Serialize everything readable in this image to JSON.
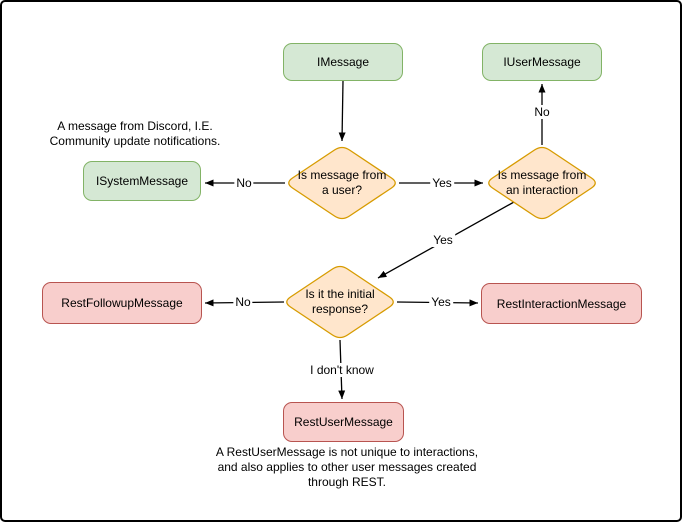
{
  "colors": {
    "green-fill": "#d5e8d4",
    "green-stroke": "#82b366",
    "orange-fill": "#ffe6cc",
    "orange-stroke": "#d79b00",
    "red-fill": "#f8cecc",
    "red-stroke": "#b85450",
    "line": "#000000",
    "text": "#000000"
  },
  "nodes": {
    "imessage": "IMessage",
    "iusermessage": "IUserMessage",
    "isystemmessage": "ISystemMessage",
    "restfollowup": "RestFollowupMessage",
    "restinteraction": "RestInteractionMessage",
    "restuser": "RestUserMessage"
  },
  "decisions": {
    "from_user": {
      "line1": "Is message from",
      "line2": "a user?"
    },
    "from_interaction": {
      "line1": "Is message from",
      "line2": "an interaction"
    },
    "initial_response": {
      "line1": "Is it the initial",
      "line2": "response?"
    }
  },
  "edge_labels": {
    "user_no": "No",
    "user_yes": "Yes",
    "interaction_no": "No",
    "interaction_yes": "Yes",
    "initial_no": "No",
    "initial_yes": "Yes",
    "initial_unknown": "I don't know"
  },
  "notes": {
    "system_note": {
      "line1": "A message from Discord, I.E.",
      "line2": "Community update notifications."
    },
    "rest_note": {
      "line1": "A RestUserMessage is not unique to interactions,",
      "line2": "and also applies to other user messages created",
      "line3": "through REST."
    }
  }
}
